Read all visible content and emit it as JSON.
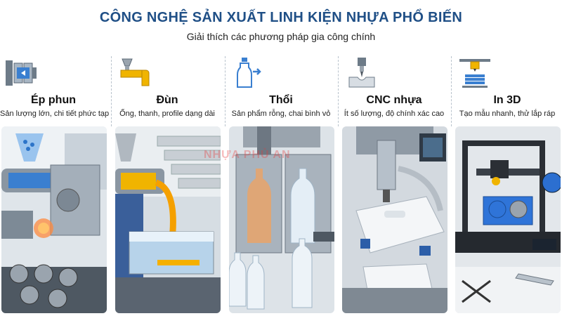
{
  "header": {
    "title": "CÔNG NGHỆ SẢN XUẤT LINH KIỆN NHỰA PHỔ BIẾN",
    "subtitle": "Giải thích các phương pháp gia công chính"
  },
  "methods": [
    {
      "name": "Ép phun",
      "description": "Sản lượng lớn, chi tiết phức tạp",
      "icon": "injection-molding-icon"
    },
    {
      "name": "Đùn",
      "description": "Ống, thanh, profile dạng dài",
      "icon": "extrusion-pipe-icon"
    },
    {
      "name": "Thổi",
      "description": "Sản phẩm rỗng, chai bình vỏ",
      "icon": "blow-bottle-icon"
    },
    {
      "name": "CNC nhựa",
      "description": "Ít số lượng, độ chính xác cao",
      "icon": "cnc-drill-icon"
    },
    {
      "name": "In 3D",
      "description": "Tạo mẫu nhanh, thử lắp ráp",
      "icon": "3d-printer-icon"
    }
  ],
  "watermark": {
    "text": "NHỰA PHỦ AN"
  },
  "colors": {
    "title": "#1f4f86",
    "icon_blue": "#3a7fd0",
    "icon_yellow": "#f0b400"
  }
}
